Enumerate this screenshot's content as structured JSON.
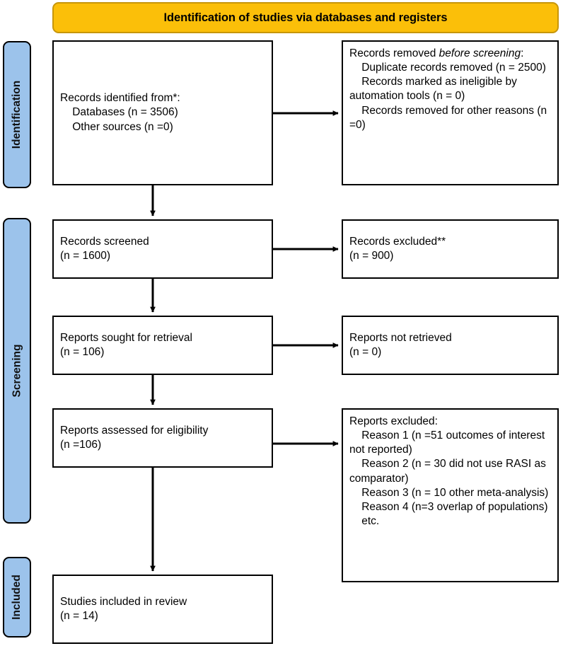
{
  "diagram": {
    "title": "Identification of studies via databases and registers",
    "type": "prisma-flow-diagram"
  },
  "colors": {
    "banner_fill": "#FBBF09",
    "banner_border": "#C7960B",
    "stage_fill": "#9CC3EB",
    "stage_border": "#000000",
    "box_border": "#000000",
    "box_fill": "#FFFFFF",
    "arrow": "#000000"
  },
  "stages": [
    {
      "id": "identification",
      "label": "Identification"
    },
    {
      "id": "screening",
      "label": "Screening"
    },
    {
      "id": "included",
      "label": "Included"
    }
  ],
  "boxes": {
    "identified": {
      "name": "records-identified",
      "lines": [
        "Records identified from*:",
        "    Databases (n = 3506)",
        "    Other sources (n =0)"
      ],
      "text": "Records identified from*:\n    Databases (n = 3506)\n    Other sources (n =0)"
    },
    "removed_before_screening": {
      "name": "records-removed-before-screening",
      "lead": "Records removed ",
      "lead_italic": "before screening",
      "lead_tail": ":",
      "rest": "    Duplicate records removed (n = 2500)\n    Records marked as ineligible by automation tools (n = 0)\n    Records removed for other reasons (n =0)",
      "items": [
        "Duplicate records removed (n = 2500)",
        "Records marked as ineligible by automation tools (n = 0)",
        "Records removed for other reasons (n =0)"
      ]
    },
    "screened": {
      "name": "records-screened",
      "text": "Records screened\n(n = 1600)"
    },
    "excluded": {
      "name": "records-excluded",
      "text": "Records excluded**\n(n = 900)"
    },
    "sought": {
      "name": "reports-sought-for-retrieval",
      "text": "Reports sought for retrieval\n(n = 106)"
    },
    "not_retrieved": {
      "name": "reports-not-retrieved",
      "text": "Reports not retrieved\n(n = 0)"
    },
    "assessed": {
      "name": "reports-assessed-for-eligibility",
      "text": "Reports assessed for eligibility\n(n =106)"
    },
    "reports_excluded": {
      "name": "reports-excluded",
      "heading": "Reports excluded:",
      "reasons": [
        "Reason 1 (n =51 outcomes of interest not reported)",
        "Reason 2 (n = 30 did not use RASI as comparator)",
        "Reason 3 (n = 10 other meta-analysis)",
        "Reason 4 (n=3 overlap of populations)",
        "etc."
      ],
      "text": "Reports excluded:\n    Reason 1 (n =51 outcomes of interest not reported)\n    Reason 2 (n = 30 did not use RASI as comparator)\n    Reason 3 (n = 10 other meta-analysis)\n    Reason 4 (n=3 overlap of populations)\n    etc."
    },
    "included": {
      "name": "studies-included-in-review",
      "text": "Studies included in review\n(n = 14)"
    }
  },
  "counts": {
    "databases": 3506,
    "other_sources": 0,
    "duplicates_removed": 2500,
    "ineligible_automation": 0,
    "removed_other_reasons": 0,
    "screened": 1600,
    "excluded": 900,
    "sought_for_retrieval": 106,
    "not_retrieved": 0,
    "assessed_for_eligibility": 106,
    "reason_1": 51,
    "reason_2": 30,
    "reason_3": 10,
    "reason_4": 3,
    "included_in_review": 14
  }
}
